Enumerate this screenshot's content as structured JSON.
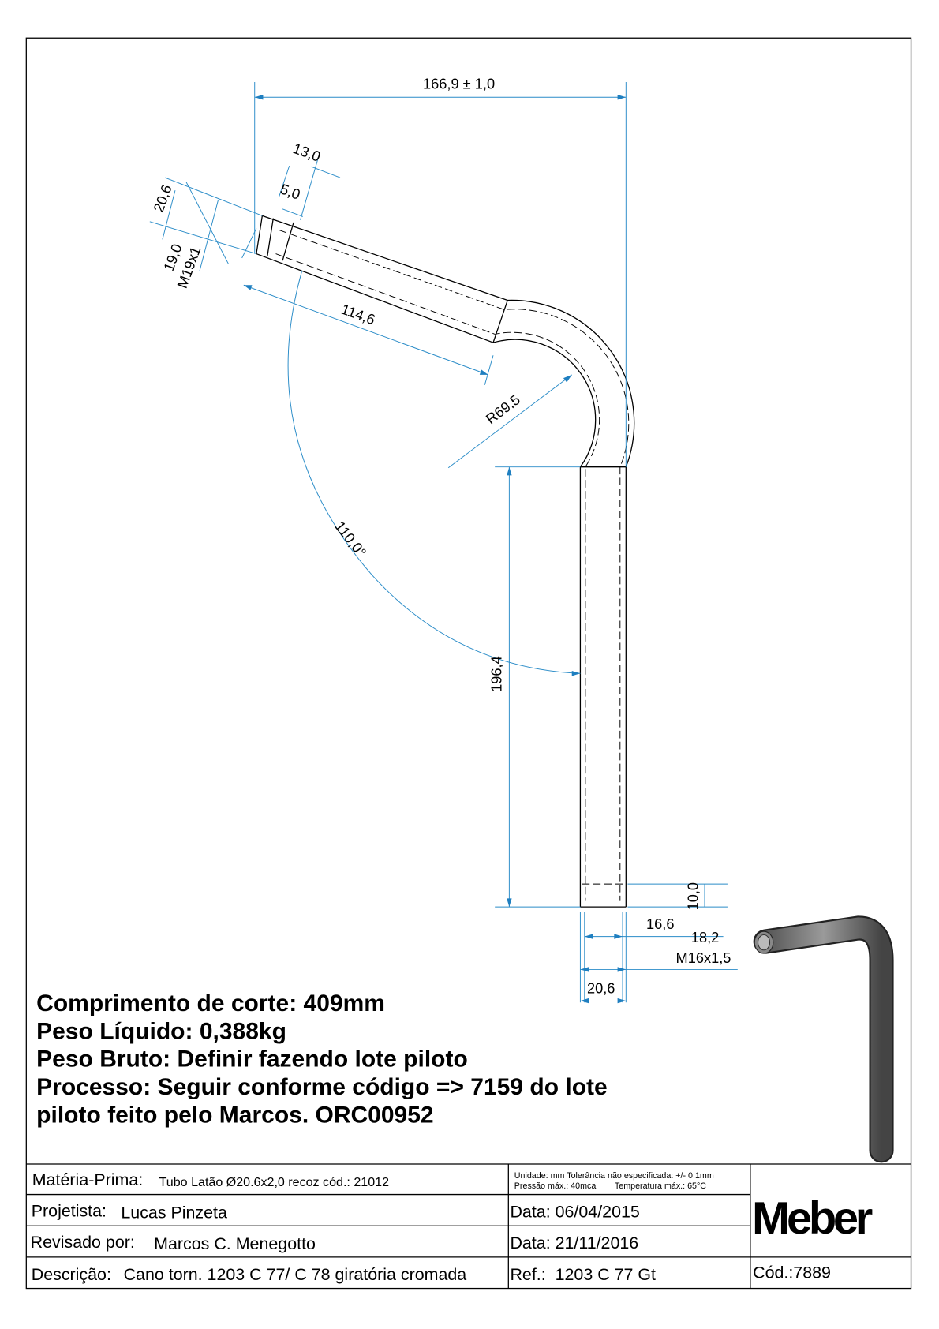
{
  "dimensions": {
    "overall_width": "166,9 ± 1,0",
    "thread_len_outer": "13,0",
    "thread_len_inner": "5,0",
    "outer_dia_top": "20,6",
    "thread_dia_top": "19,0",
    "thread_spec_top": "M19x1",
    "straight_len": "114,6",
    "bend_radius": "R69,5",
    "bend_angle": "110,0°",
    "vertical_len": "196,4",
    "thread_len_bottom": "10,0",
    "inner_dia_bottom": "16,6",
    "thread_dia_bottom": "18,2",
    "thread_spec_bottom": "M16x1,5",
    "outer_dia_bottom": "20,6"
  },
  "notes": [
    "Comprimento de corte: 409mm",
    "Peso Líquido: 0,388kg",
    "Peso Bruto: Definir fazendo lote piloto",
    "Processo: Seguir conforme código => 7159 do lote",
    "piloto feito pelo Marcos. ORC00952"
  ],
  "title_block": {
    "material_label": "Matéria-Prima:",
    "material_value": "Tubo Latão Ø20.6x2,0 recoz cód.: 21012",
    "spec_line1": "Unidade: mm Tolerância não especificada: +/- 0,1mm",
    "spec_line2": "Pressão máx.: 40mca        Temperatura máx.: 65°C",
    "designer_label": "Projetista:",
    "designer_value": "Lucas Pinzeta",
    "date1": "Data: 06/04/2015",
    "reviewer_label": "Revisado por:",
    "reviewer_value": "Marcos C. Menegotto",
    "date2": "Data: 21/11/2016",
    "description_label": "Descrição:",
    "description_value": "Cano torn. 1203 C 77/ C 78 giratória cromada",
    "ref": "Ref.:  1203 C 77 Gt",
    "code": "Cód.:7889",
    "logo": "Meber"
  }
}
